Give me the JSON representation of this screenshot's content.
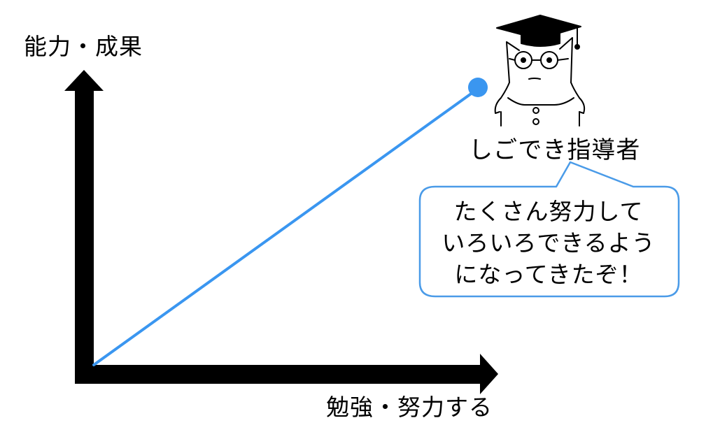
{
  "axes": {
    "y_label": "能力・成果",
    "x_label": "勉強・努力する"
  },
  "character": {
    "name": "しごでき指導者",
    "icon": "graduate-cat-icon"
  },
  "speech_bubble": {
    "lines": [
      "たくさん努力して",
      "いろいろできるよう",
      "になってきたぞ！"
    ]
  },
  "colors": {
    "axis": "#000000",
    "growth_line": "#3a96f0",
    "bubble_border": "#4a9be8",
    "background": "#ffffff"
  }
}
